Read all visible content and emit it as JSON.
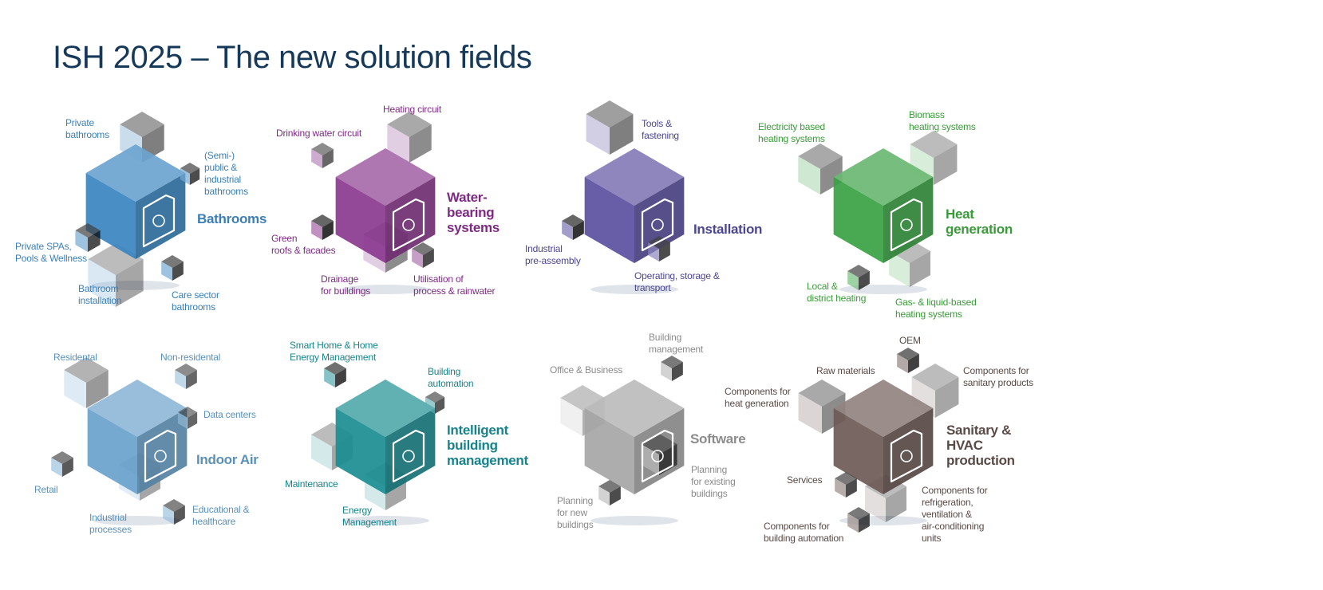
{
  "title": "ISH 2025 – The new solution fields",
  "fields": [
    {
      "name": "Bathrooms",
      "color": "#3a85c0",
      "text_color": "#3b7fb6",
      "icon": "bathtub-icon",
      "labels": [
        "Private\nbathrooms",
        "(Semi-)\npublic &\nindustrial\nbathrooms",
        "Private SPAs,\nPools & Wellness",
        "Bathroom\ninstallation",
        "Care sector\nbathrooms"
      ]
    },
    {
      "name": "Water-\nbearing\nsystems",
      "color": "#8b3a8f",
      "text_color": "#7d2a82",
      "icon": "water-cycle-icon",
      "labels": [
        "Heating circuit",
        "Drinking water circuit",
        "Green\nroofs & facades",
        "Drainage\nfor buildings",
        "Utilisation of\nprocess & rainwater"
      ]
    },
    {
      "name": "Installation",
      "color": "#5b509f",
      "text_color": "#4b4690",
      "icon": "tools-icon",
      "labels": [
        "Tools &\nfastening",
        "Industrial\npre-assembly",
        "Operating, storage &\ntransport"
      ]
    },
    {
      "name": "Heat\ngeneration",
      "color": "#3aa244",
      "text_color": "#3a9a3a",
      "icon": "thermometer-icon",
      "labels": [
        "Electricity based\nheating systems",
        "Biomass\nheating systems",
        "Local &\ndistrict heating",
        "Gas- & liquid-based\nheating systems"
      ]
    },
    {
      "name": "Indoor Air",
      "color": "#6aa2cc",
      "text_color": "#5a91ba",
      "icon": "fan-icon",
      "labels": [
        "Residental",
        "Non-residental",
        "Data centers",
        "Retail",
        "Industrial\nprocesses",
        "Educational &\nhealthcare"
      ]
    },
    {
      "name": "Intelligent\nbuilding\nmanagement",
      "color": "#1b8d92",
      "text_color": "#17838a",
      "icon": "network-icon",
      "labels": [
        "Smart Home & Home\nEnergy Management",
        "Building\nautomation",
        "Maintenance",
        "Energy\nManagement"
      ]
    },
    {
      "name": "Software",
      "color": "#a6a6a6",
      "text_color": "#8c8c8c",
      "icon": "monitor-icon",
      "labels": [
        "Building\nmanagement",
        "Office & Business",
        "Planning\nfor existing\nbuildings",
        "Planning\nfor new\nbuildings"
      ]
    },
    {
      "name": "Sanitary &\nHVAC\nproduction",
      "color": "#6d5a55",
      "text_color": "#5a4a46",
      "icon": "factory-icon",
      "labels": [
        "OEM",
        "Raw materials",
        "Components for\nsanitary products",
        "Components for\nheat generation",
        "Services",
        "Components for\nrefrigeration,\nventilation &\nair-conditioning\nunits",
        "Components for\nbuilding automation"
      ]
    }
  ]
}
